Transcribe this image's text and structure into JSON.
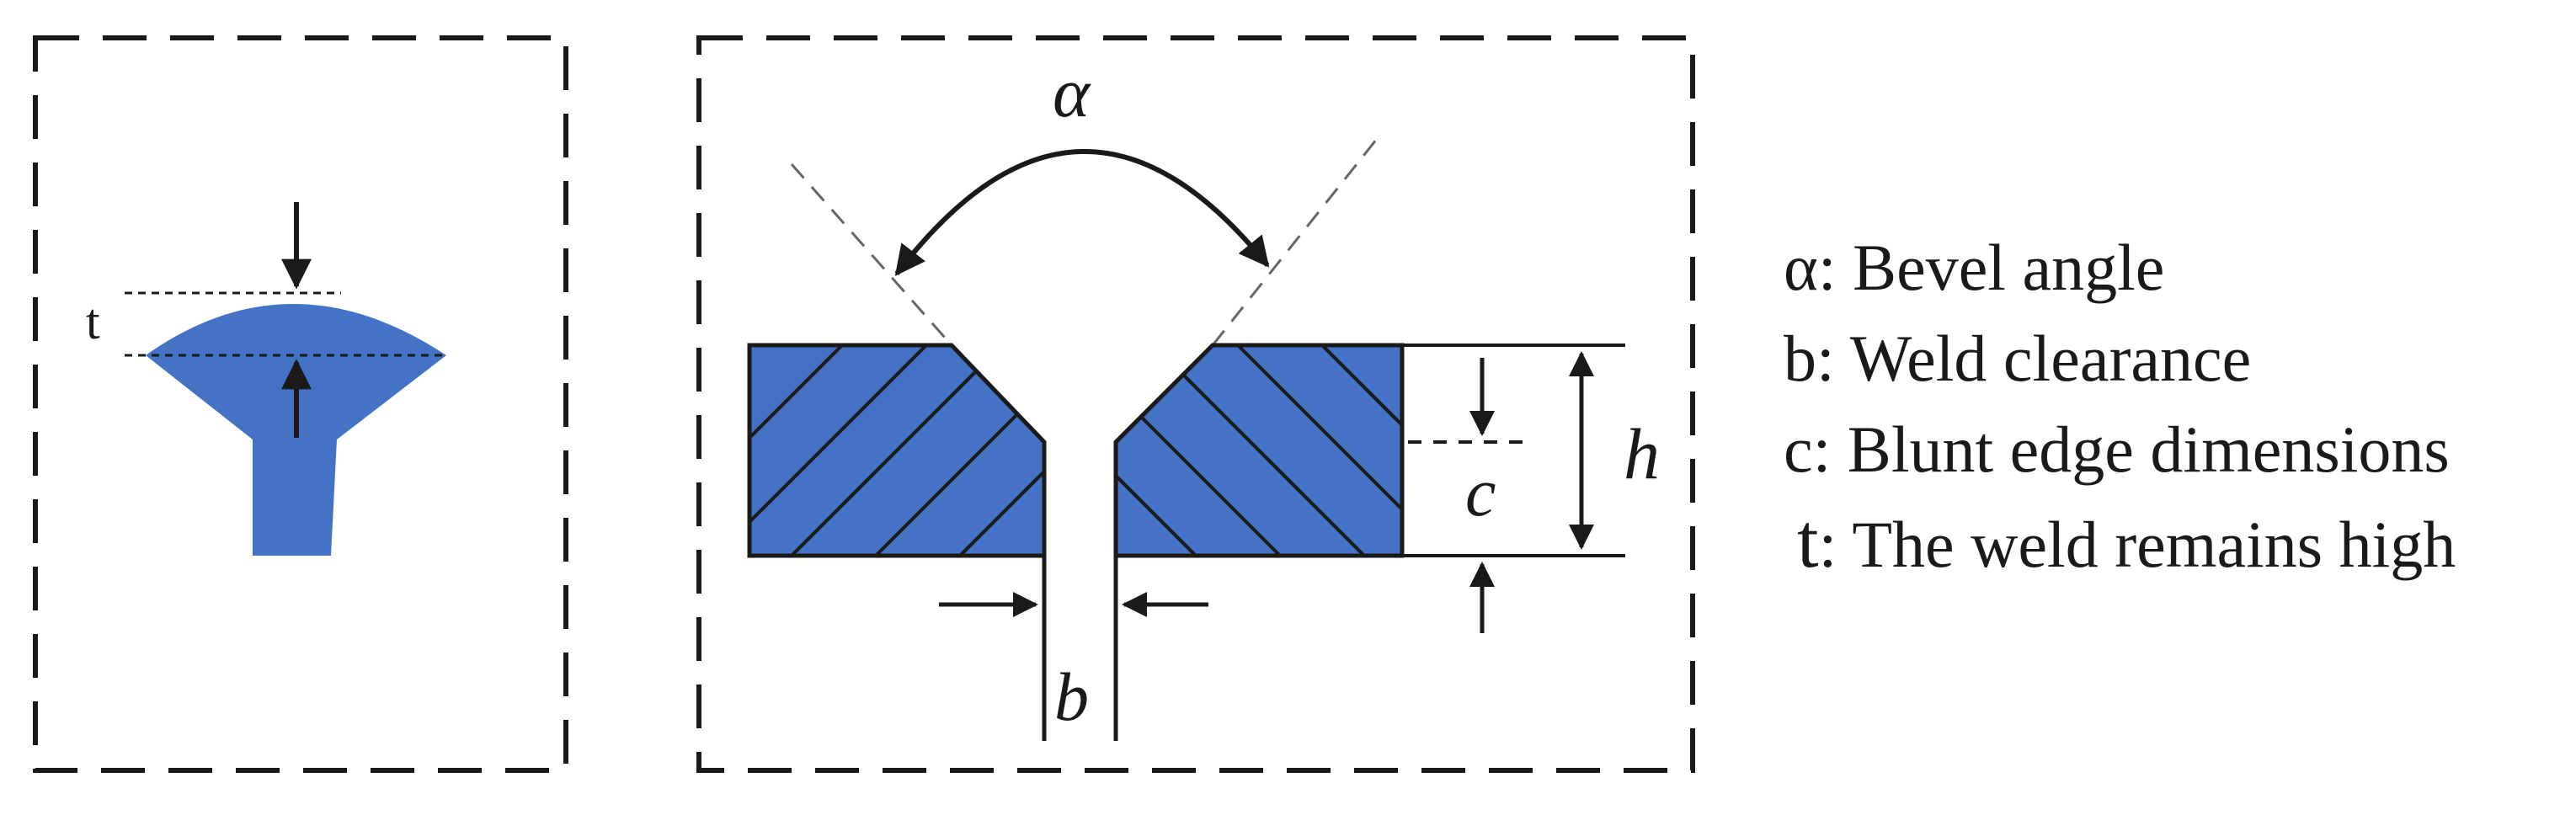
{
  "colors": {
    "steel_fill": "#4472c4",
    "line": "#1a1a1a",
    "guide": "#666666",
    "background": "#ffffff"
  },
  "left_panel": {
    "t_label": "t"
  },
  "right_panel": {
    "alpha_label": "α",
    "b_label": "b",
    "c_label": "c",
    "h_label": "h"
  },
  "legend": {
    "items": [
      {
        "symbol": "α",
        "text": ": Bevel angle"
      },
      {
        "symbol": "b",
        "text": ": Weld clearance"
      },
      {
        "symbol": "c",
        "text": ": Blunt edge dimensions"
      },
      {
        "symbol": "t",
        "text": ": The weld remains high"
      }
    ]
  }
}
